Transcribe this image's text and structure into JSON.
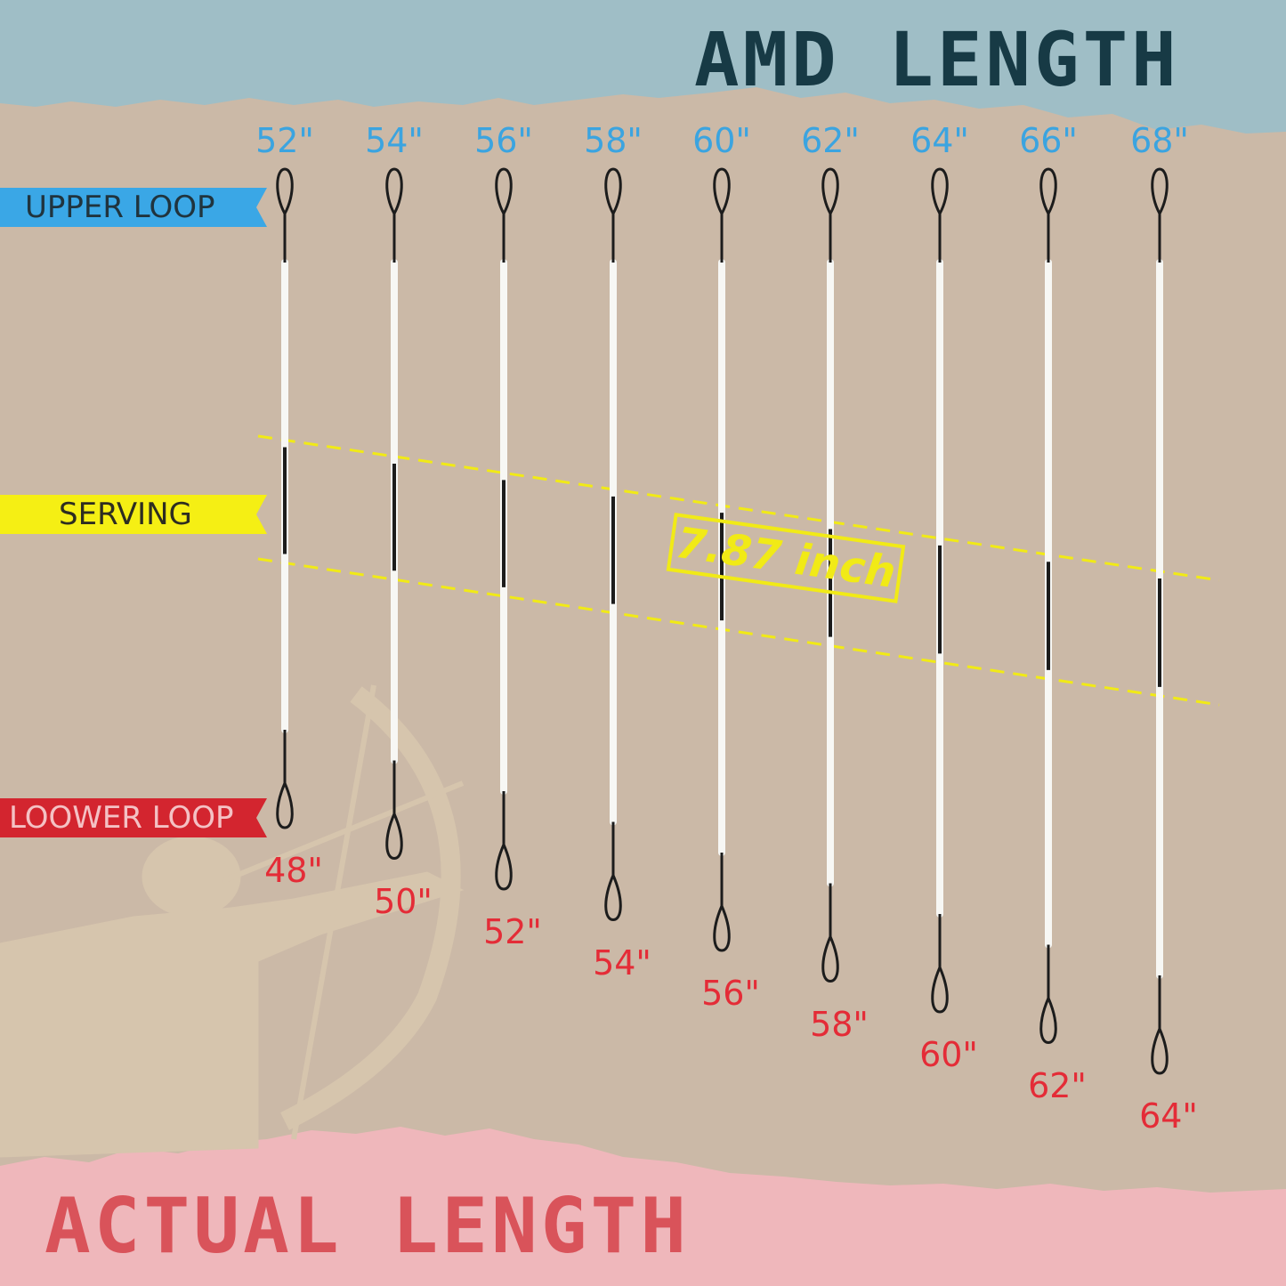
{
  "amd_title": "AMD LENGTH",
  "actual_title": "ACTUAL LENGTH",
  "labels": {
    "upper_loop": "UPPER LOOP",
    "serving": "SERVING",
    "lower_loop": "LOOWER LOOP"
  },
  "measurement": "7.87 inch",
  "strings": [
    {
      "amd": "52\"",
      "actual": "48\""
    },
    {
      "amd": "54\"",
      "actual": "50\""
    },
    {
      "amd": "56\"",
      "actual": "52\""
    },
    {
      "amd": "58\"",
      "actual": "54\""
    },
    {
      "amd": "60\"",
      "actual": "56\""
    },
    {
      "amd": "62\"",
      "actual": "58\""
    },
    {
      "amd": "64\"",
      "actual": "60\""
    },
    {
      "amd": "66\"",
      "actual": "62\""
    },
    {
      "amd": "68\"",
      "actual": "64\""
    }
  ],
  "colors": {
    "amd_title": "#173a45",
    "actual_title": "#d9535a",
    "amd_length": "#3ba4e0",
    "actual_length": "#e42c37",
    "serving_guide": "#f1ea16",
    "top_band": "#9fbec6",
    "bottom_band": "#efb7bb",
    "background": "#cbb9a7"
  }
}
